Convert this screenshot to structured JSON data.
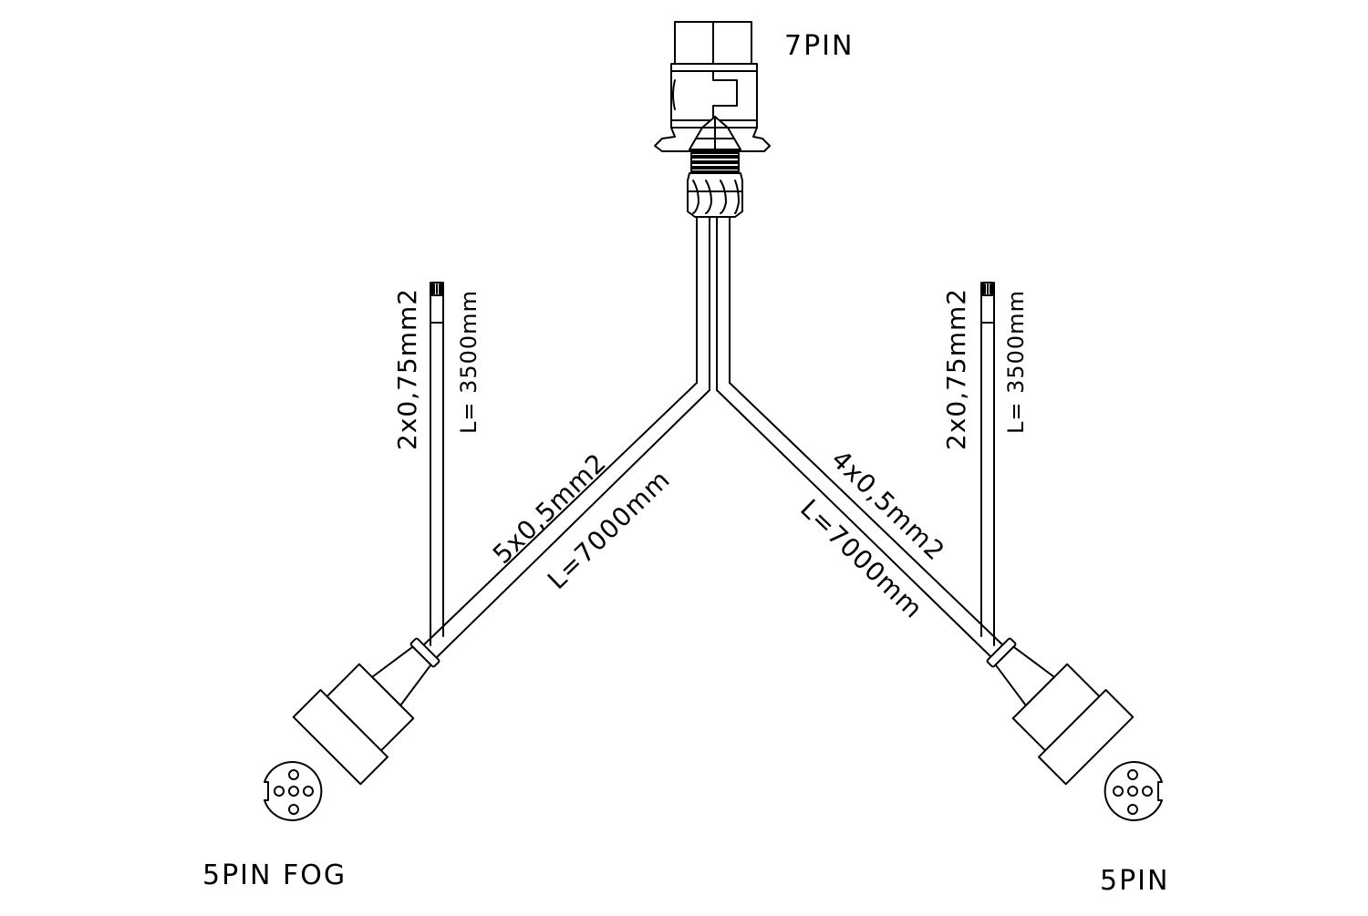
{
  "connectors": {
    "top": {
      "label": "7PIN"
    },
    "left": {
      "label": "5PIN FOG"
    },
    "right": {
      "label": "5PIN"
    }
  },
  "cables": {
    "left_main": {
      "cross_section": "5x0,5mm2",
      "length": "L=7000mm"
    },
    "right_main": {
      "cross_section": "4x0,5mm2",
      "length": "L=7000mm"
    },
    "left_branch": {
      "cross_section": "2x0,75mm2",
      "length": "L= 3500mm"
    },
    "right_branch": {
      "cross_section": "2x0,75mm2",
      "length": "L= 3500mm"
    }
  }
}
